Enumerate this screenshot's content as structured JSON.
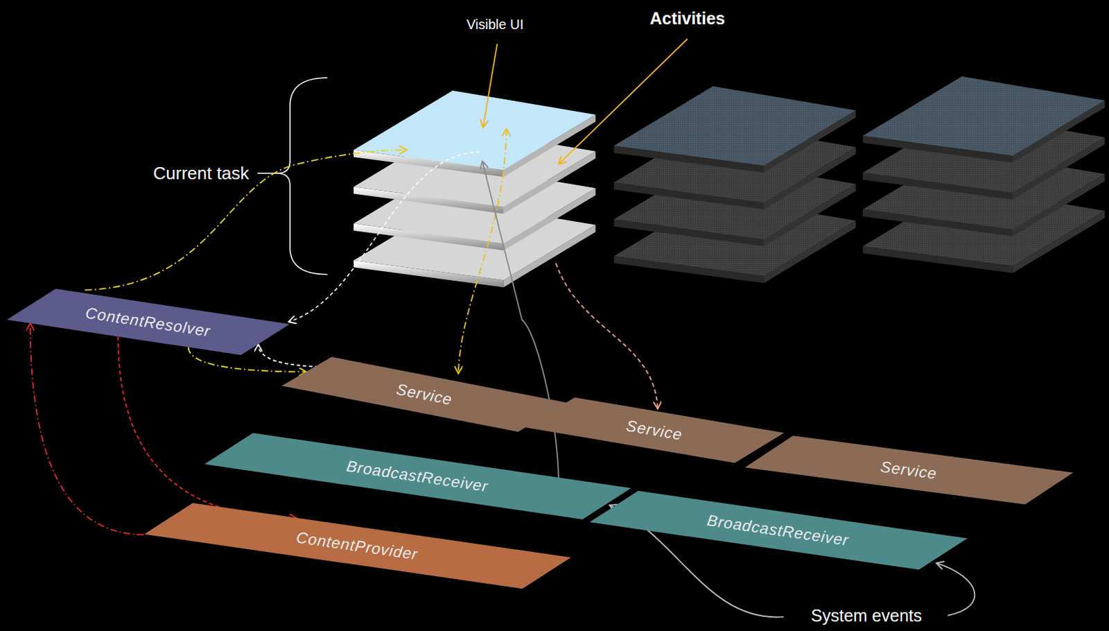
{
  "diagram": {
    "nodes": [
      {
        "text": [
          "ContentResolver"
        ]
      },
      {
        "text": [
          "Service"
        ]
      },
      {
        "text": [
          "Service"
        ]
      },
      {
        "text": [
          "Service"
        ]
      },
      {
        "text": [
          "BroadcastReceiver"
        ]
      },
      {
        "text": [
          "BroadcastReceiver"
        ]
      },
      {
        "text": [
          "ContentProvider"
        ]
      }
    ],
    "edges": [
      {
        "from": 0,
        "to": 1,
        "arrow": "to"
      },
      {
        "from": 1,
        "to": 0,
        "arrow": "to"
      },
      {
        "from": 0,
        "to": 6,
        "arrow": "to"
      },
      {
        "from": 6,
        "to": 0,
        "arrow": "to"
      }
    ],
    "labels": [
      "Visible UI",
      "Activities",
      "Current task",
      "System events"
    ]
  }
}
